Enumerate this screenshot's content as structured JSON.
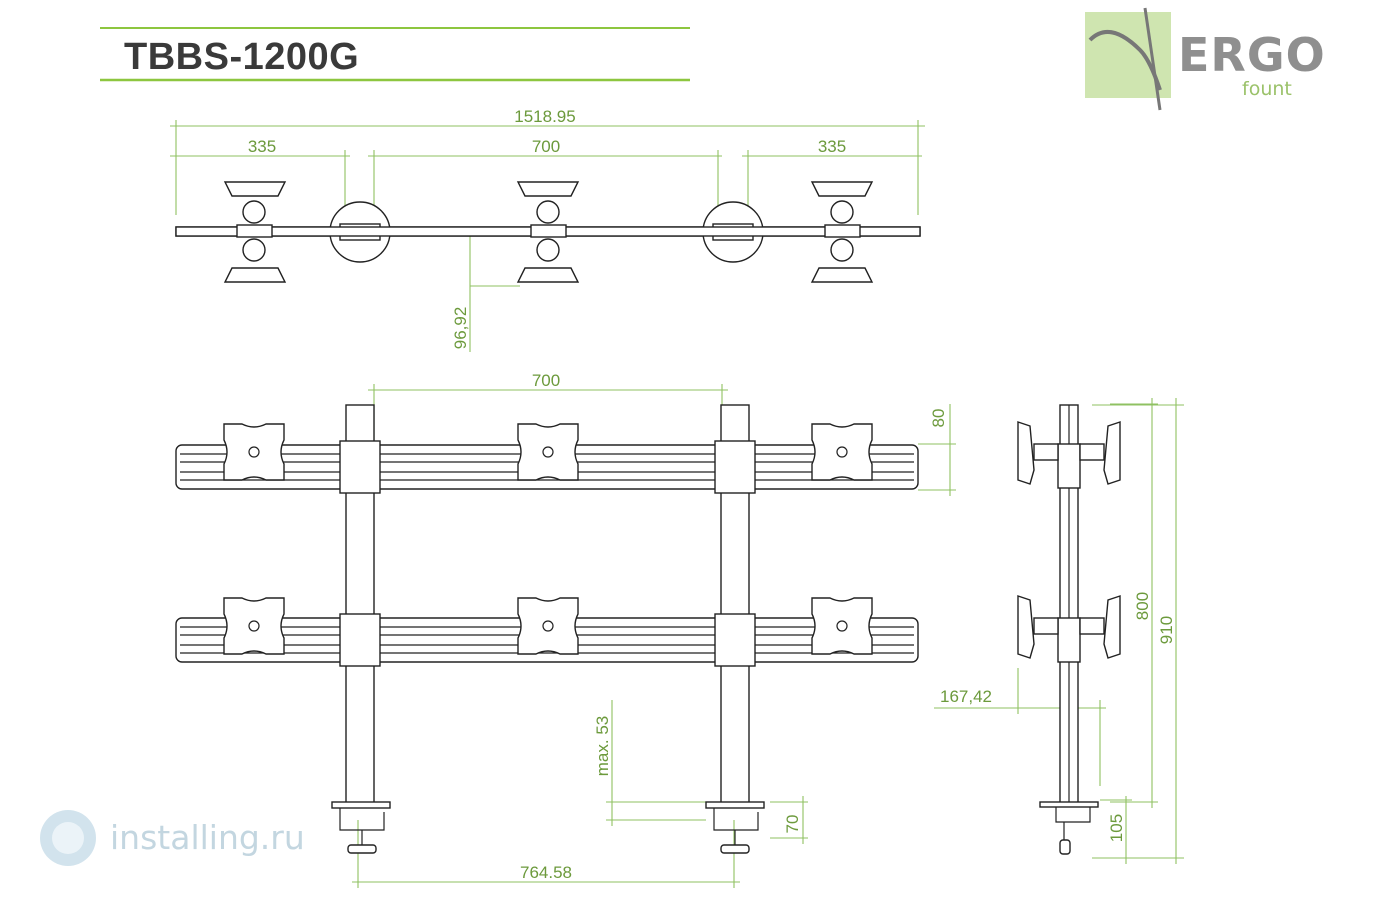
{
  "title": "TBBS-1200G",
  "logo": {
    "brand": "ERGO",
    "sub": "fount"
  },
  "watermark": "installing.ru",
  "colors": {
    "dimension": "#6c9a3c",
    "dimension_line": "#8fc162",
    "drawing": "#222222",
    "title": "#3a3a3a",
    "accent_bar": "#8dc63f"
  },
  "dimensions": {
    "top_total": "1518.95",
    "top_left": "335",
    "top_middle": "700",
    "top_right": "335",
    "top_offset": "96,92",
    "front_spacing": "700",
    "front_bar_height": "80",
    "front_base_width": "764.58",
    "front_clamp_max": "max. 53",
    "front_clamp_70": "70",
    "side_depth": "167,42",
    "side_800": "800",
    "side_910": "910",
    "side_105": "105"
  }
}
